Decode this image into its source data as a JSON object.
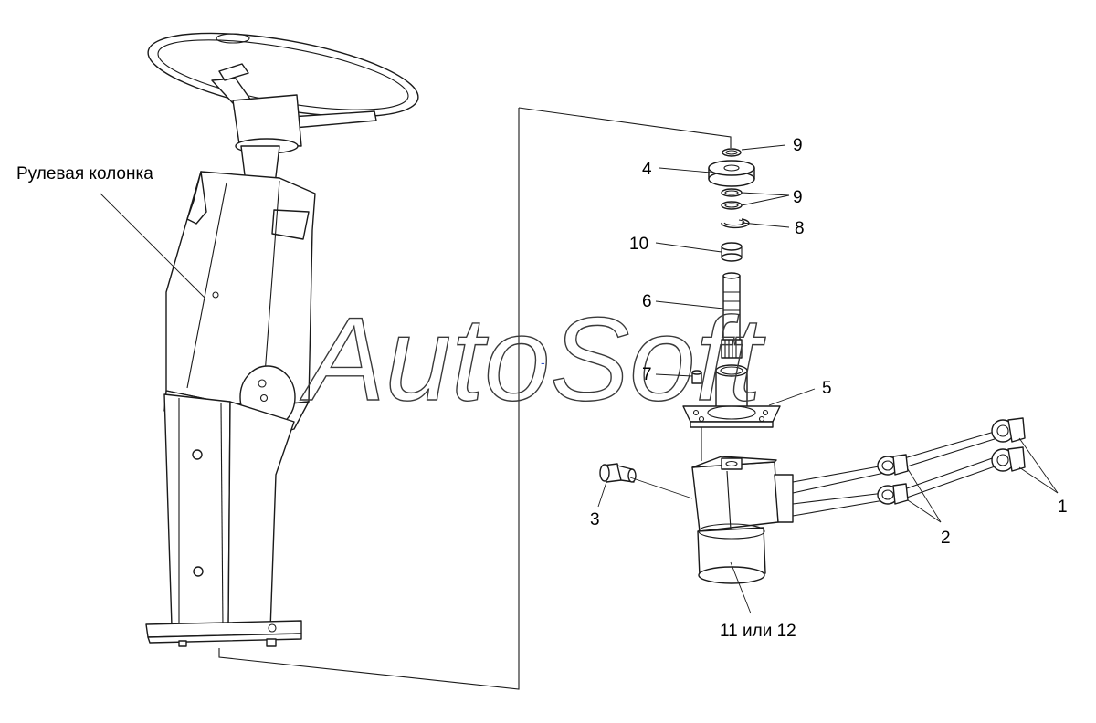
{
  "diagram": {
    "column_label": "Рулевая колонка",
    "watermark": "AutoSoft",
    "watermark_mark": "-",
    "callouts": {
      "c1": "1",
      "c2": "2",
      "c3": "3",
      "c4": "4",
      "c5": "5",
      "c6": "6",
      "c7": "7",
      "c8": "8",
      "c9a": "9",
      "c9b": "9",
      "c10": "10",
      "c11": "11 или 12"
    },
    "colors": {
      "line": "#1a1a1a",
      "background": "#ffffff",
      "watermark": "#3a3a3a",
      "mark": "#3355cc"
    }
  }
}
